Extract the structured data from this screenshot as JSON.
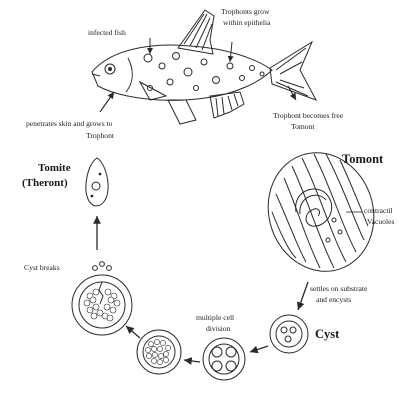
{
  "labels": {
    "infected_fish": "infected fish",
    "trophonts_grow_l1": "Trophonts grow",
    "trophonts_grow_l2": "within epithelia",
    "penetrates_l1": "penetrates skin and grows to",
    "penetrates_l2": "Trophont",
    "trophont_free_l1": "Trophont becomes free",
    "trophont_free_l2": "Tomont",
    "tomont": "Tomont",
    "contractile_l1": "contractil",
    "contractile_l2": "Vacuoles",
    "tomite_l1": "Tomite",
    "tomite_l2": "(Theront)",
    "settles_l1": "settles on substrate",
    "settles_l2": "and encysts",
    "cyst": "Cyst",
    "multiple_l1": "multiple cell",
    "multiple_l2": "division",
    "cyst_breaks": "Cyst breaks"
  },
  "colors": {
    "ink": "#2a2a2a",
    "background": "#ffffff"
  },
  "icons": [
    "fish-icon",
    "tomont-cell-icon",
    "tomite-cell-icon",
    "cyst-icon",
    "dividing-cyst-icon",
    "breaking-cyst-icon"
  ]
}
